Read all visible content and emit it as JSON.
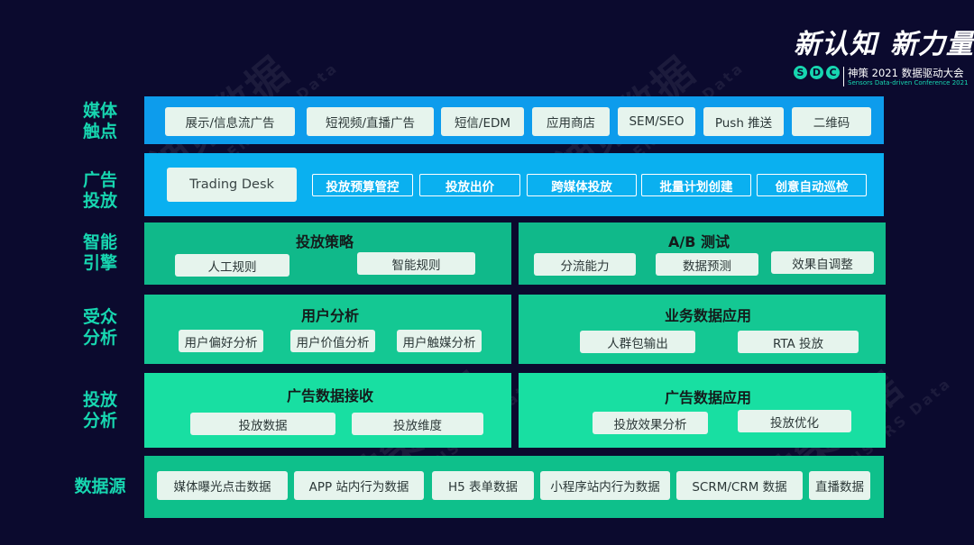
{
  "logo": {
    "line1_a": "新认知",
    "line1_b": "新力量",
    "sdc_letters": [
      "S",
      "D",
      "C"
    ],
    "line2": "神策 2021 数据驱动大会",
    "line3": "Sensors Data-driven Conference 2021"
  },
  "watermark": {
    "cn": "神策数据",
    "en": "SENSORS Data"
  },
  "rows": [
    {
      "label": "媒体\n触点"
    },
    {
      "label": "广告\n投放"
    },
    {
      "label": "智能\n引擎"
    },
    {
      "label": "受众\n分析"
    },
    {
      "label": "投放\n分析"
    },
    {
      "label": "数据源"
    }
  ],
  "media_touch": {
    "items": [
      "展示/信息流广告",
      "短视频/直播广告",
      "短信/EDM",
      "应用商店",
      "SEM/SEO",
      "Push 推送",
      "二维码"
    ]
  },
  "ad_delivery": {
    "main": "Trading Desk",
    "items": [
      "投放预算管控",
      "投放出价",
      "跨媒体投放",
      "批量计划创建",
      "创意自动巡检"
    ]
  },
  "engine": {
    "left": {
      "title": "投放策略",
      "items": [
        "人工规则",
        "智能规则"
      ]
    },
    "right": {
      "title": "A/B 测试",
      "items": [
        "分流能力",
        "数据预测",
        "效果自调整"
      ]
    }
  },
  "audience": {
    "left": {
      "title": "用户分析",
      "items": [
        "用户偏好分析",
        "用户价值分析",
        "用户触媒分析"
      ]
    },
    "right": {
      "title": "业务数据应用",
      "items": [
        "人群包输出",
        "RTA 投放"
      ]
    }
  },
  "delivery_analysis": {
    "left": {
      "title": "广告数据接收",
      "items": [
        "投放数据",
        "投放维度"
      ]
    },
    "right": {
      "title": "广告数据应用",
      "items": [
        "投放效果分析",
        "投放优化"
      ]
    }
  },
  "data_source": {
    "items": [
      "媒体曝光点击数据",
      "APP 站内行为数据",
      "H5 表单数据",
      "小程序站内行为数据",
      "SCRM/CRM 数据",
      "直播数据"
    ]
  },
  "colors": {
    "background": "#0b0a2e",
    "label": "#17d6b0",
    "blue_band_1": "#0d9cec",
    "blue_band_2": "#0ab0f0",
    "green_band": "#10b98a",
    "pill": "#e6f4ed"
  }
}
